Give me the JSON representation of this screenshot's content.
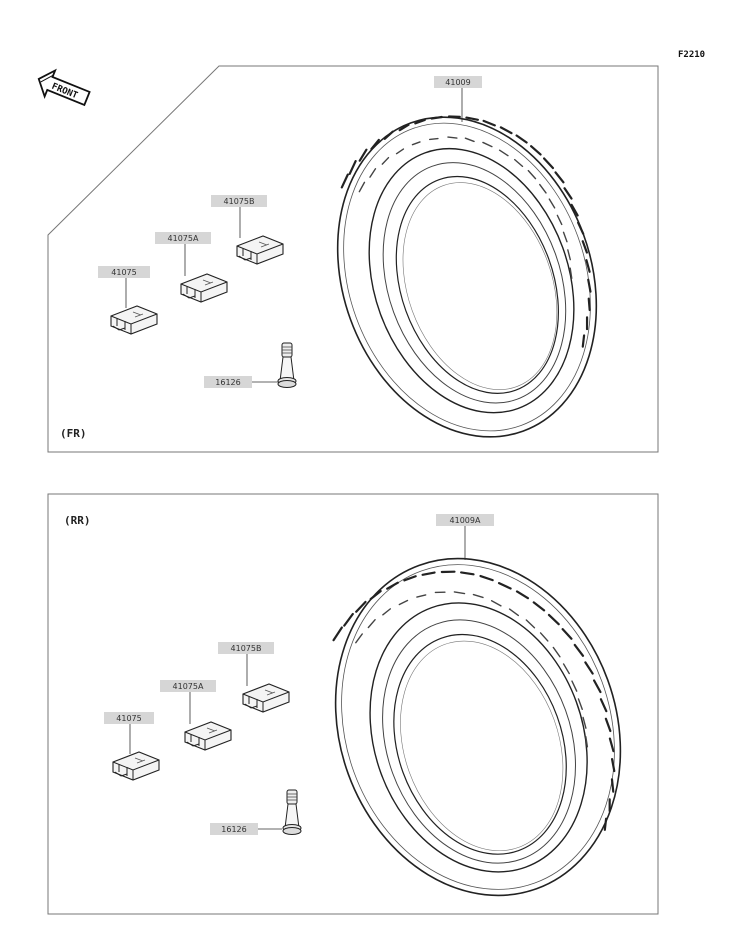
{
  "figure_code": "F2210",
  "front_label": "FRONT",
  "front_panel": {
    "section_label": "(FR)",
    "parts": {
      "tire": "41009",
      "weight_b": "41075B",
      "weight_a": "41075A",
      "weight": "41075",
      "valve": "16126"
    }
  },
  "rear_panel": {
    "section_label": "(RR)",
    "parts": {
      "tire": "41009A",
      "weight_b": "41075B",
      "weight_a": "41075A",
      "weight": "41075",
      "valve": "16126"
    }
  }
}
